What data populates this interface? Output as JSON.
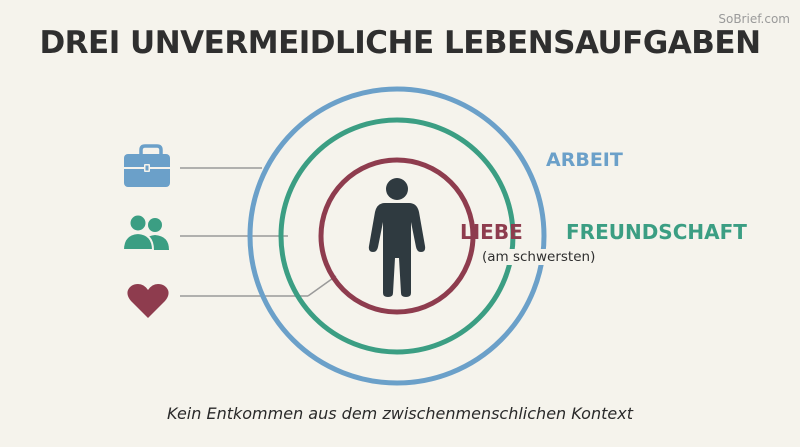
{
  "watermark": "SoBrief.com",
  "title": "DREI UNVERMEIDLICHE LEBENSAUFGABEN",
  "footer": "Kein Entkommen aus dem zwischenmenschlichen Kontext",
  "tasks": [
    {
      "label": "ARBEIT",
      "icon": "briefcase-icon",
      "color": "#6ba0c9"
    },
    {
      "label": "FREUNDSCHAFT",
      "icon": "people-icon",
      "color": "#3b9e83"
    },
    {
      "label": "LIEBE",
      "note": "(am schwersten)",
      "icon": "heart-icon",
      "color": "#8e3c4e"
    }
  ],
  "center_icon": "person-icon",
  "colors": {
    "background": "#f5f3ec",
    "person": "#2f3a40",
    "connector": "#9a9a9a"
  }
}
